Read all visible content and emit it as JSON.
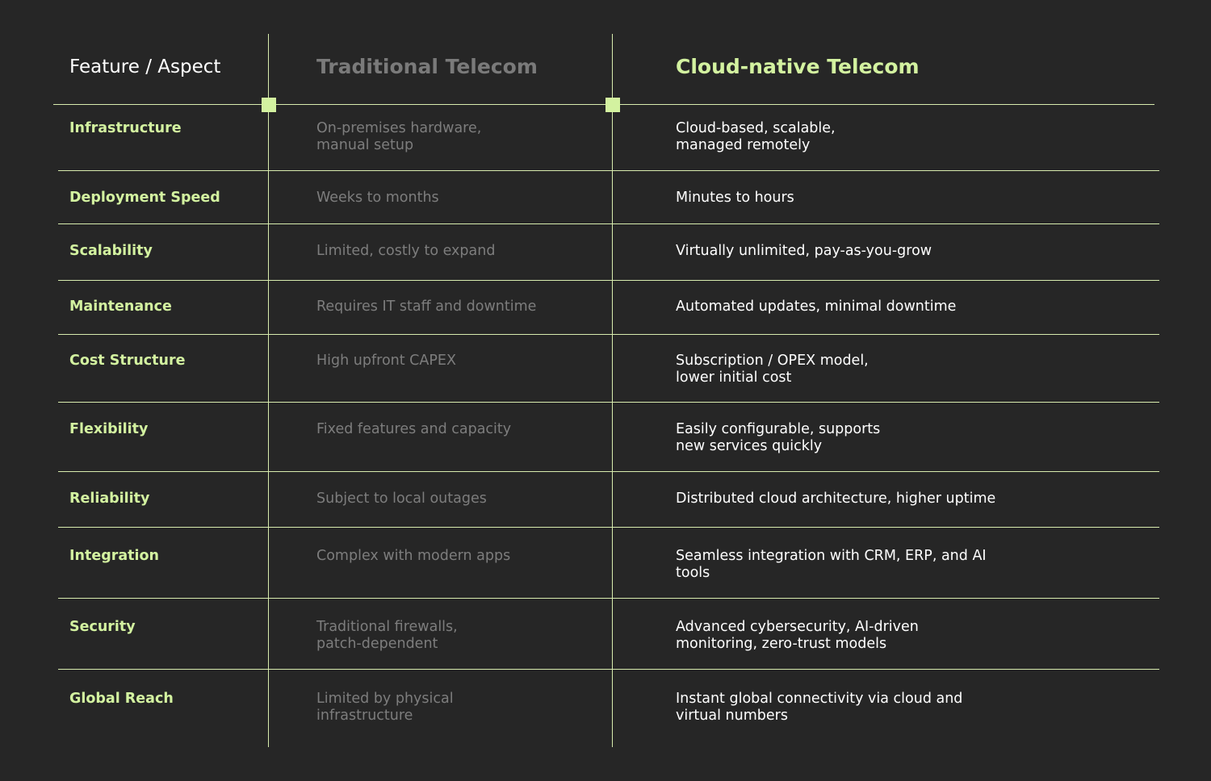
{
  "colors": {
    "background": "#262626",
    "accent": "#d3f2a0",
    "muted_text": "#7d7d7d",
    "primary_text": "#ffffff"
  },
  "header": {
    "feature": "Feature / Aspect",
    "traditional": "Traditional Telecom",
    "cloud": "Cloud-native Telecom"
  },
  "rows": [
    {
      "feature": "Infrastructure",
      "traditional": [
        "On-premises hardware,",
        "manual setup"
      ],
      "cloud": [
        "Cloud-based, scalable,",
        "managed remotely"
      ]
    },
    {
      "feature": "Deployment Speed",
      "traditional": [
        "Weeks to months"
      ],
      "cloud": [
        "Minutes to hours"
      ]
    },
    {
      "feature": "Scalability",
      "traditional": [
        "Limited, costly to expand"
      ],
      "cloud": [
        "Virtually unlimited, pay-as-you-grow"
      ]
    },
    {
      "feature": "Maintenance",
      "traditional": [
        "Requires IT staff and downtime"
      ],
      "cloud": [
        "Automated updates, minimal downtime"
      ]
    },
    {
      "feature": "Cost Structure",
      "traditional": [
        "High upfront CAPEX"
      ],
      "cloud": [
        "Subscription / OPEX model,",
        "lower initial cost"
      ]
    },
    {
      "feature": "Flexibility",
      "traditional": [
        "Fixed features and capacity"
      ],
      "cloud": [
        "Easily configurable, supports",
        "new services quickly"
      ]
    },
    {
      "feature": "Reliability",
      "traditional": [
        "Subject to local outages"
      ],
      "cloud": [
        "Distributed cloud architecture, higher uptime"
      ]
    },
    {
      "feature": "Integration",
      "traditional": [
        "Complex with modern apps"
      ],
      "cloud": [
        "Seamless integration with CRM, ERP, and AI",
        "tools"
      ]
    },
    {
      "feature": "Security",
      "traditional": [
        "Traditional firewalls,",
        "patch-dependent"
      ],
      "cloud": [
        "Advanced cybersecurity, AI-driven",
        "monitoring, zero-trust models"
      ]
    },
    {
      "feature": "Global Reach",
      "traditional": [
        "Limited by physical",
        "infrastructure"
      ],
      "cloud": [
        "Instant global connectivity via cloud and",
        "virtual numbers"
      ]
    }
  ]
}
